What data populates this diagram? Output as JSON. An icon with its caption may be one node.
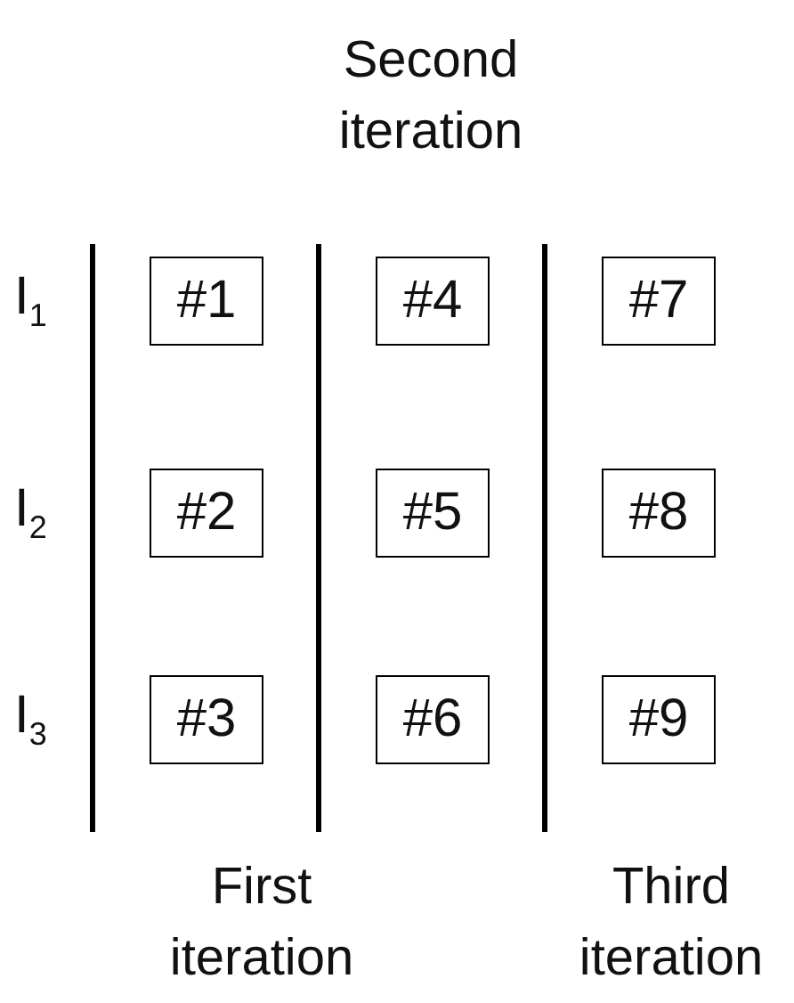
{
  "diagram": {
    "nodes": [
      {
        "text": [
          "#1"
        ]
      },
      {
        "text": [
          "#2"
        ]
      },
      {
        "text": [
          "#3"
        ]
      },
      {
        "text": [
          "#4"
        ]
      },
      {
        "text": [
          "#5"
        ]
      },
      {
        "text": [
          "#6"
        ]
      },
      {
        "text": [
          "#7"
        ]
      },
      {
        "text": [
          "#8"
        ]
      },
      {
        "text": [
          "#9"
        ]
      }
    ],
    "edges": [],
    "labels": [
      "Second iteration",
      "I$_{1}$",
      "I$_{2}$",
      "I$_{3}$",
      "First iteration",
      "Third iteration"
    ]
  }
}
